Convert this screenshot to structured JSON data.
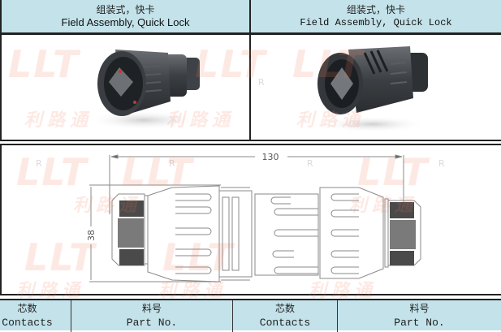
{
  "header": {
    "left": {
      "title_cn": "组装式，快卡",
      "title_en": "Field Assembly, Quick Lock"
    },
    "right": {
      "title_cn": "组装式，快卡",
      "title_en": "Field Assembly, Quick Lock"
    }
  },
  "watermark": {
    "logo": "LLT",
    "cn": "利路通",
    "mark": "R"
  },
  "photos": {
    "left": {
      "icon": "connector-photo-front-view"
    },
    "right": {
      "icon": "connector-photo-angled-view"
    }
  },
  "drawing": {
    "dim_length": "130",
    "dim_height": "38",
    "colors": {
      "line": "#8a8a8a",
      "nut_dark": "#4a4a4a",
      "nut_mid": "#7a7a7a"
    }
  },
  "table": {
    "columns": [
      {
        "cn": "芯数",
        "en": "Contacts"
      },
      {
        "cn": "料号",
        "en": "Part No."
      },
      {
        "cn": "芯数",
        "en": "Contacts"
      },
      {
        "cn": "料号",
        "en": "Part No."
      }
    ],
    "colors": {
      "header_bg": "#c3e2ea",
      "border": "#222222"
    }
  }
}
